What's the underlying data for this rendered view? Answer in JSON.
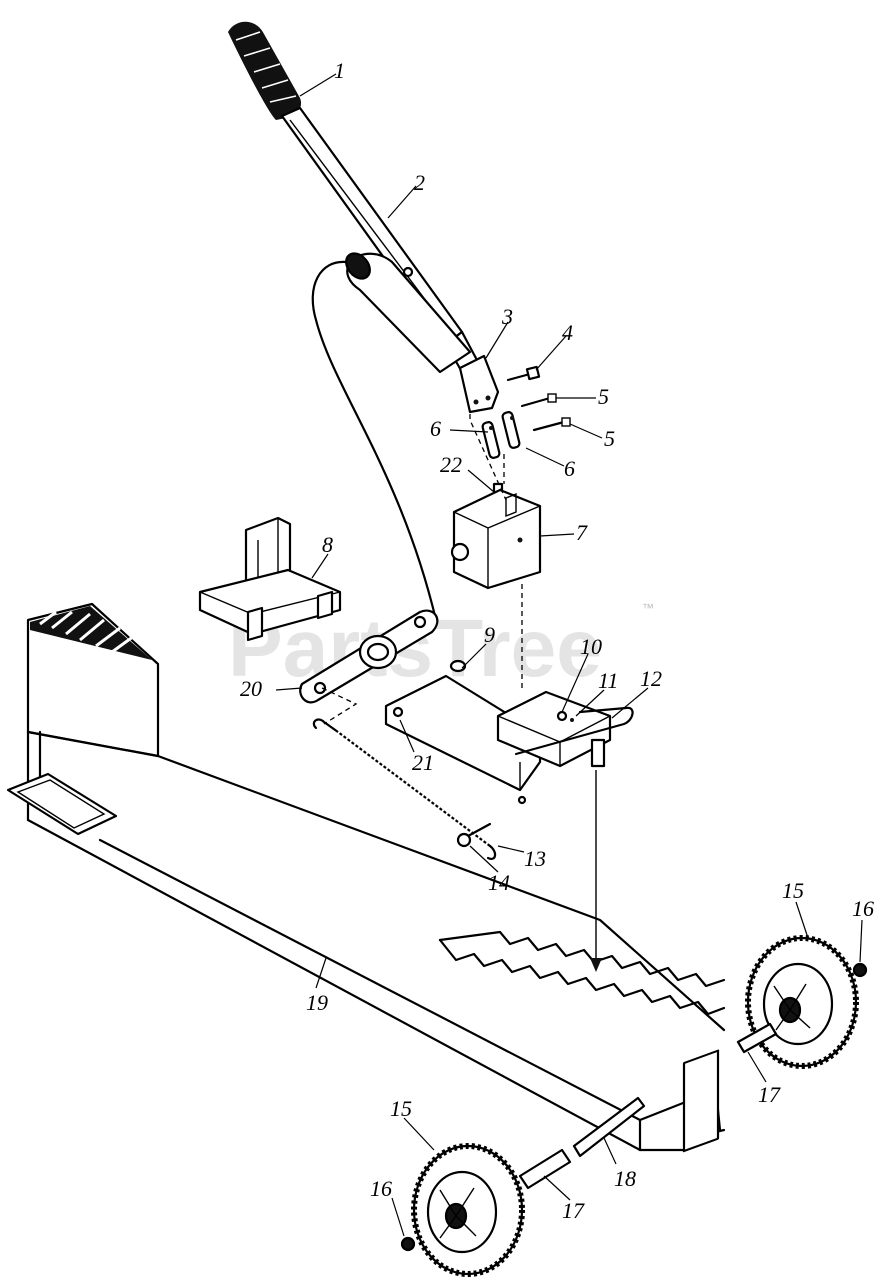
{
  "watermark": {
    "text": "PartsTree",
    "trademark": "™"
  },
  "callouts": [
    {
      "id": "c1",
      "text": "1"
    },
    {
      "id": "c2",
      "text": "2"
    },
    {
      "id": "c3",
      "text": "3"
    },
    {
      "id": "c4",
      "text": "4"
    },
    {
      "id": "c5a",
      "text": "5"
    },
    {
      "id": "c5b",
      "text": "5"
    },
    {
      "id": "c6a",
      "text": "6"
    },
    {
      "id": "c6b",
      "text": "6"
    },
    {
      "id": "c7",
      "text": "7"
    },
    {
      "id": "c8",
      "text": "8"
    },
    {
      "id": "c9",
      "text": "9"
    },
    {
      "id": "c10",
      "text": "10"
    },
    {
      "id": "c11",
      "text": "11"
    },
    {
      "id": "c12",
      "text": "12"
    },
    {
      "id": "c13",
      "text": "13"
    },
    {
      "id": "c14",
      "text": "14"
    },
    {
      "id": "c15a",
      "text": "15"
    },
    {
      "id": "c15b",
      "text": "15"
    },
    {
      "id": "c16a",
      "text": "16"
    },
    {
      "id": "c16b",
      "text": "16"
    },
    {
      "id": "c17a",
      "text": "17"
    },
    {
      "id": "c17b",
      "text": "17"
    },
    {
      "id": "c18",
      "text": "18"
    },
    {
      "id": "c19",
      "text": "19"
    },
    {
      "id": "c20",
      "text": "20"
    },
    {
      "id": "c21",
      "text": "21"
    },
    {
      "id": "c22",
      "text": "22"
    }
  ]
}
